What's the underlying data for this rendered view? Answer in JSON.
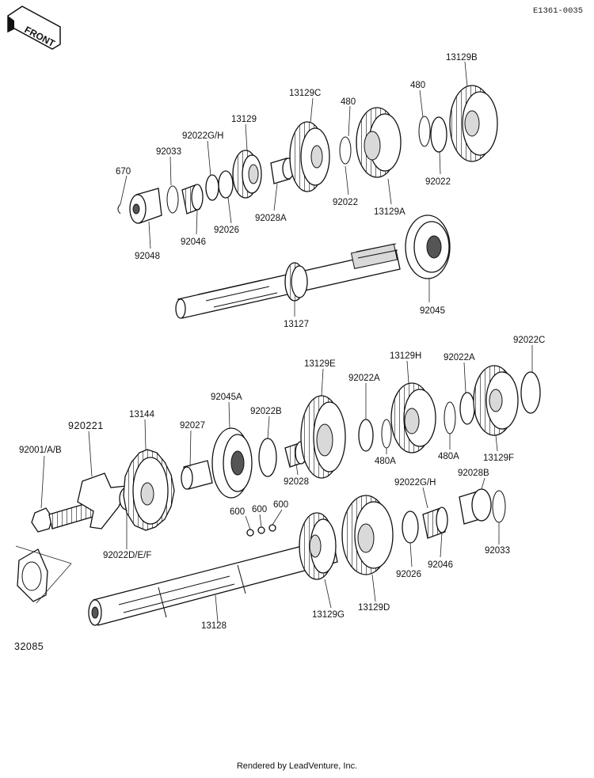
{
  "diagram_code": "E1361-0035",
  "front_label": "FRONT",
  "footer": "Rendered by LeadVenture, Inc.",
  "callouts": [
    "13129B",
    "480",
    "13129C",
    "480",
    "13129",
    "92022G/H",
    "92033",
    "670",
    "92022",
    "92022",
    "13129A",
    "92028A",
    "92026",
    "92046",
    "92048",
    "92045",
    "13127",
    "92022C",
    "13129E",
    "13129H",
    "92022A",
    "92022A",
    "92045A",
    "92022B",
    "13144",
    "920221",
    "92027",
    "92001/A/B",
    "480A",
    "480A",
    "13129F",
    "92028",
    "92022G/H",
    "92028B",
    "600",
    "600",
    "600",
    "92022D/E/F",
    "92026",
    "92046",
    "92033",
    "32085",
    "13128",
    "13129G",
    "13129D"
  ]
}
